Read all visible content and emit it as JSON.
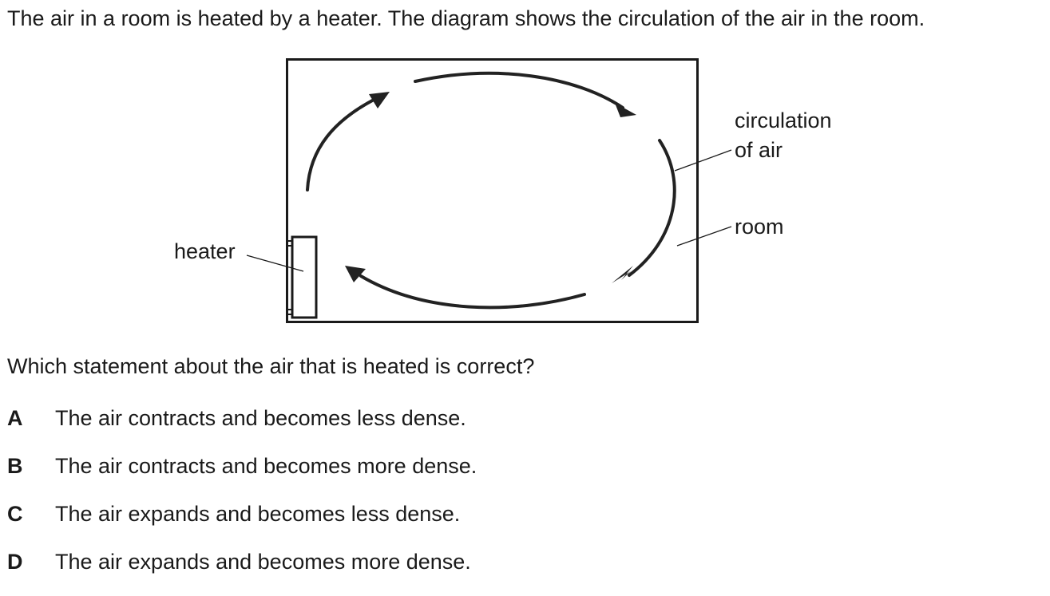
{
  "intro": "The air in a room is heated by a heater. The diagram shows the circulation of the air in the room.",
  "diagram": {
    "labels": {
      "circulation_line1": "circulation",
      "circulation_line2": "of air",
      "room": "room",
      "heater": "heater"
    }
  },
  "question": "Which statement about the air that is heated is correct?",
  "options": [
    {
      "letter": "A",
      "text": "The air contracts and becomes less dense."
    },
    {
      "letter": "B",
      "text": "The air contracts and becomes more dense."
    },
    {
      "letter": "C",
      "text": "The air expands and becomes less dense."
    },
    {
      "letter": "D",
      "text": "The air expands and becomes more dense."
    }
  ]
}
